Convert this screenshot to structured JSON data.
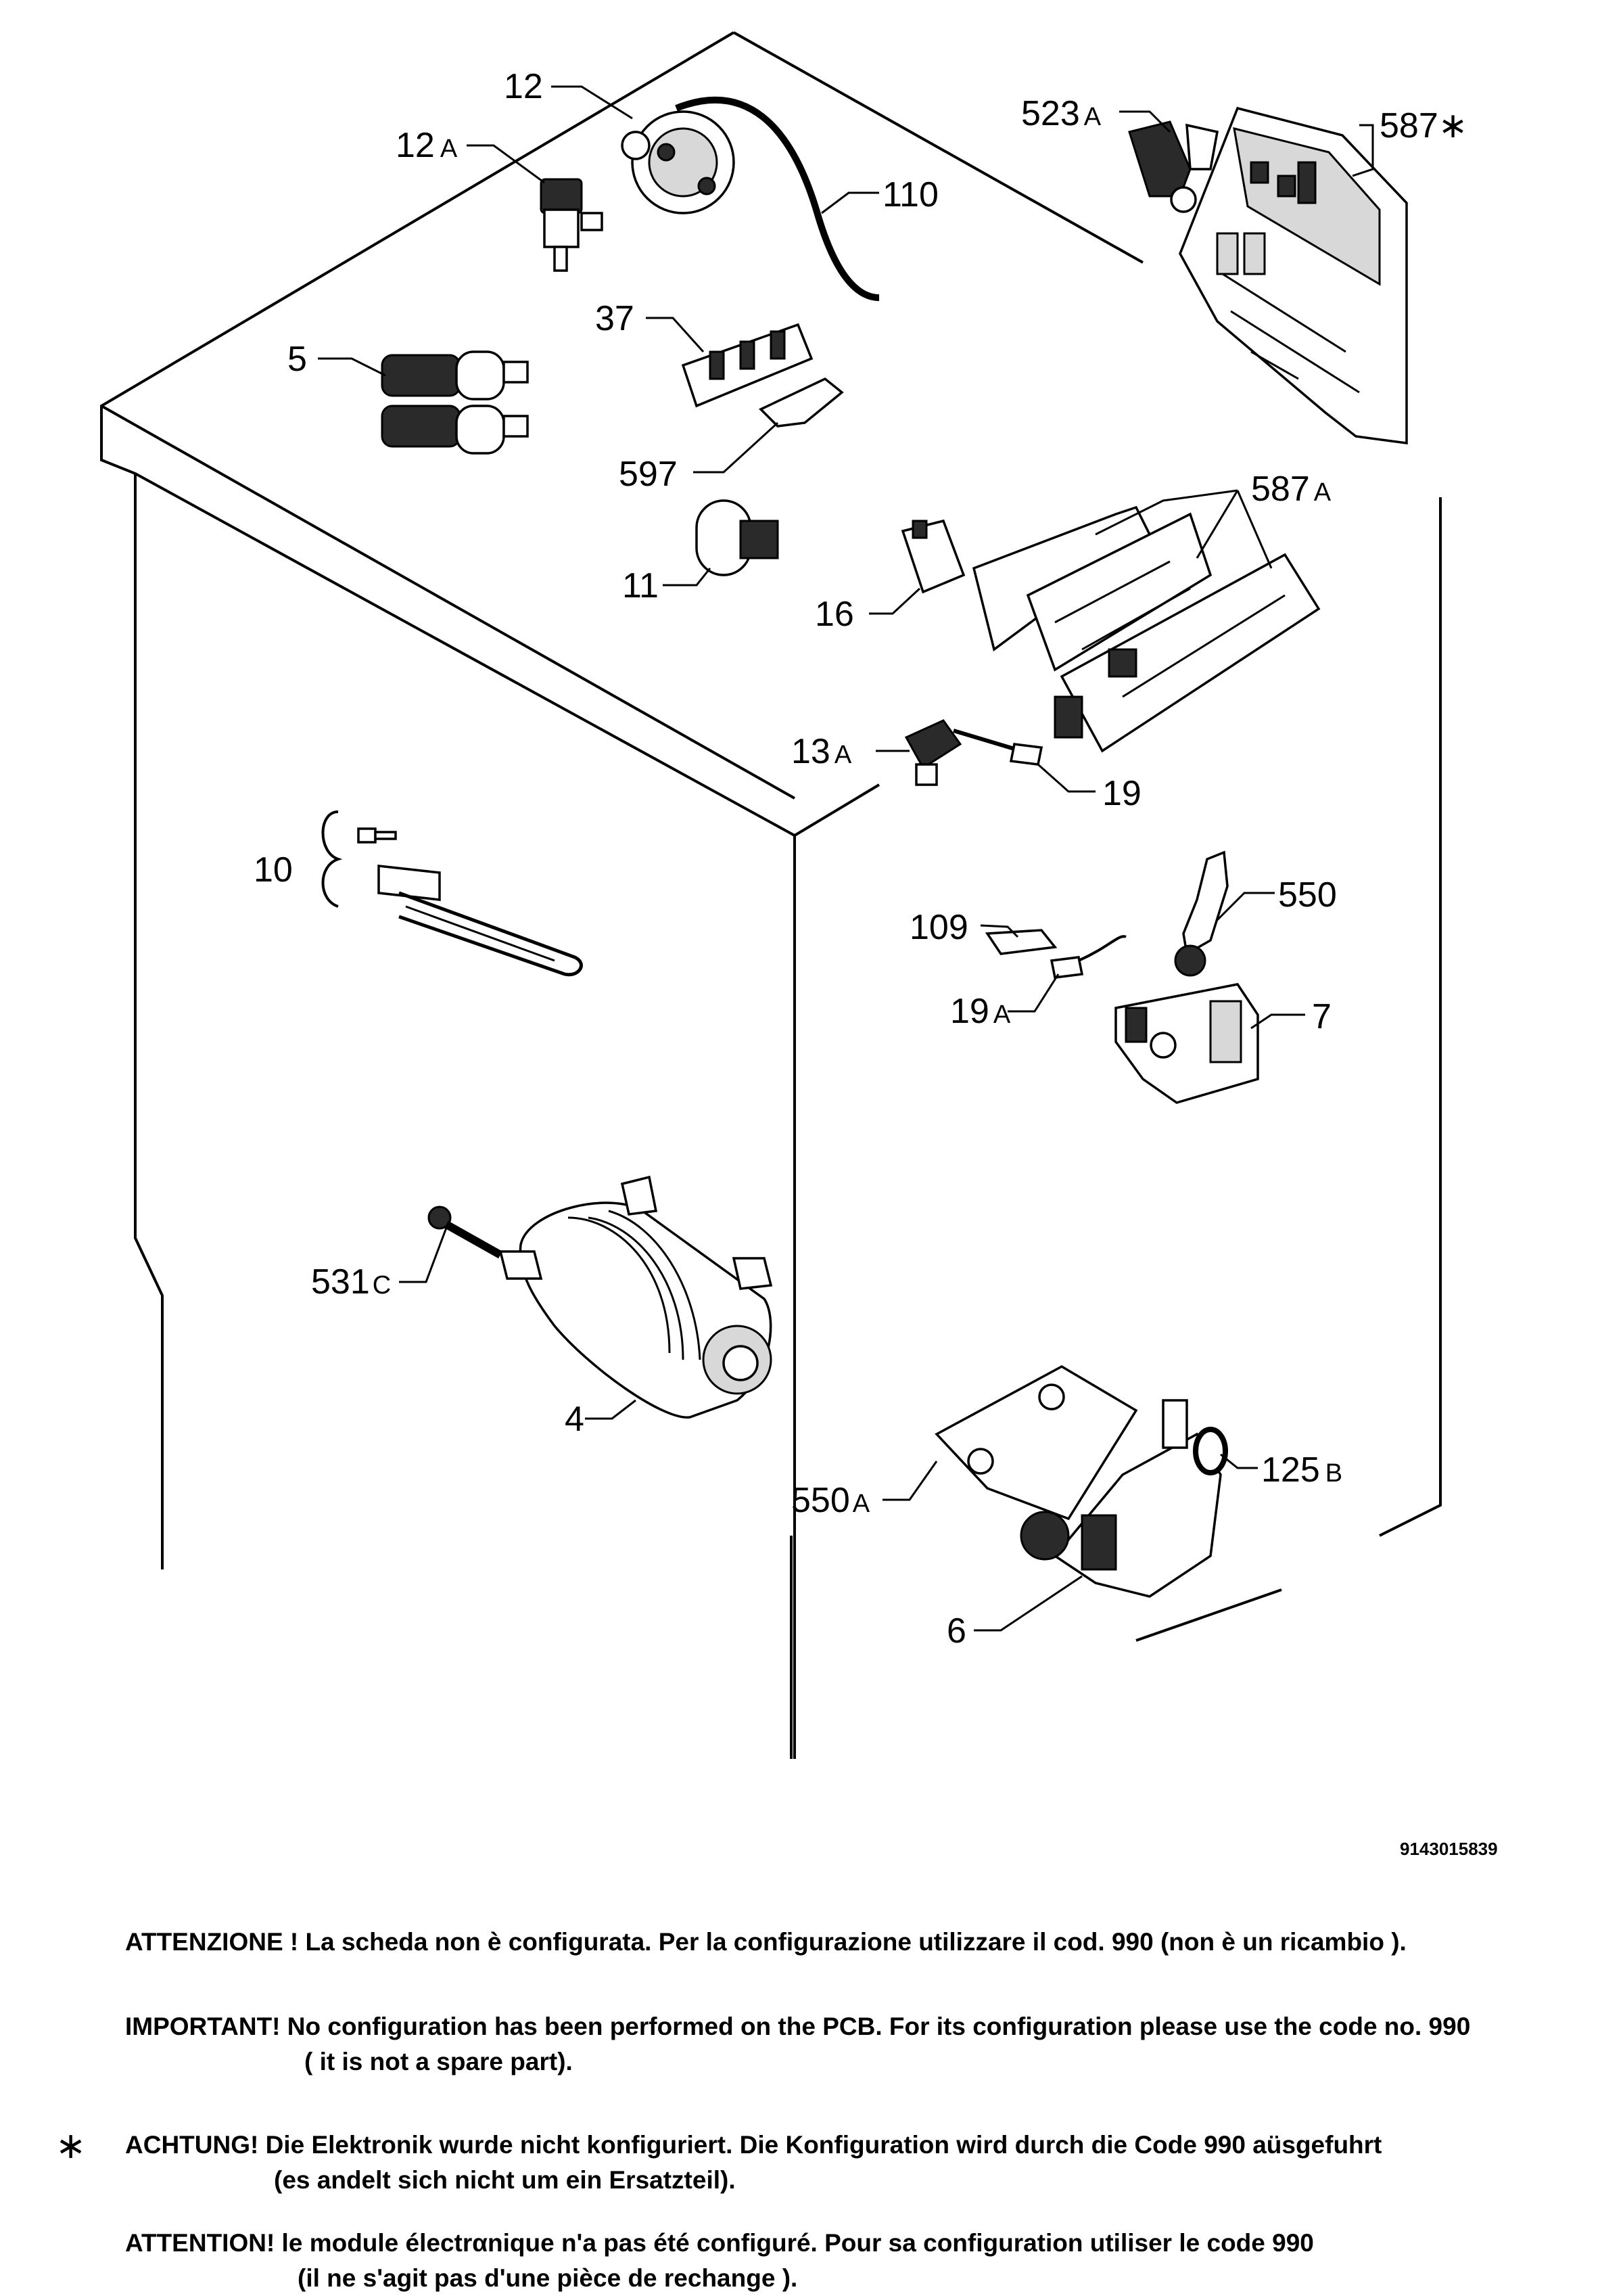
{
  "labels": {
    "p12": "12",
    "p12a": "12",
    "p12a_s": "A",
    "p110": "110",
    "p523a": "523",
    "p523a_s": "A",
    "p587": "587∗",
    "p5": "5",
    "p37": "37",
    "p597": "597",
    "p587a": "587",
    "p587a_s": "A",
    "p11": "11",
    "p16": "16",
    "p13a": "13",
    "p13a_s": "A",
    "p19": "19",
    "p10": "10",
    "p109": "109",
    "p550": "550",
    "p19a": "19",
    "p19a_s": "A",
    "p7": "7",
    "p531c": "531",
    "p531c_s": "C",
    "p4": "4",
    "p125b": "125",
    "p125b_s": "B",
    "p550a": "550",
    "p550a_s": "A",
    "p6": "6"
  },
  "doc_code": "9143015839",
  "notes": {
    "it": "ATTENZIONE ! La scheda non è  configurata. Per la configurazione utilizzare il cod. 990 (non è un ricambio ).",
    "en_1": "IMPORTANT! No configuration has been performed on the PCB. For its configuration please use the code no. 990",
    "en_2": "( it is not a spare part).",
    "star": "∗",
    "de_1": "ACHTUNG! Die Elektronik wurde nicht konfiguriert. Die Konfiguration wird durch die Code 990 aüsgefuhrt",
    "de_2": "(es andelt sich nicht um ein Ersatzteil).",
    "fr_1": "ATTENTION! le module électrαnique n'a pas été configuré. Pour  sa configuration utiliser le code 990",
    "fr_2": "(il ne s'agit pas d'une pièce de rechange )."
  }
}
